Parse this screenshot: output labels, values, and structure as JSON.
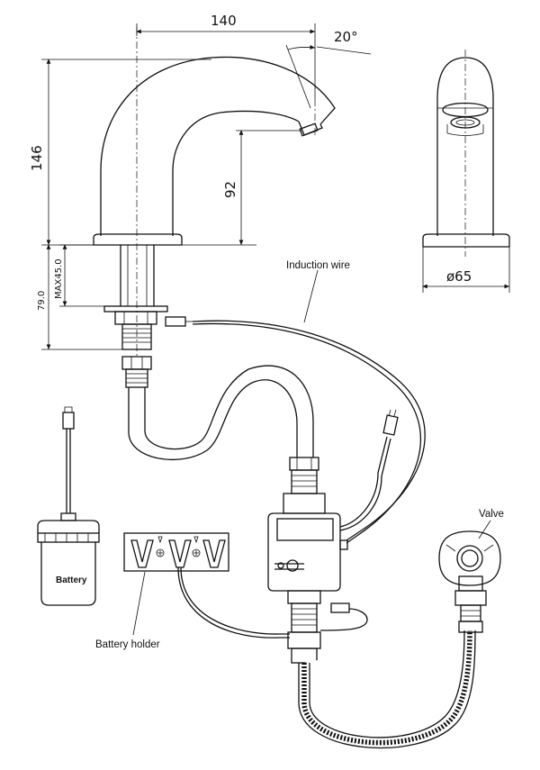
{
  "dimensions": {
    "width_top": "140",
    "angle": "20°",
    "total_height": "146",
    "spout_height": "92",
    "diameter": "ø65",
    "max_thickness": "MAX45.0",
    "shank_length": "79.0"
  },
  "labels": {
    "induction_wire": "Induction wire",
    "valve": "Valve",
    "battery": "Battery",
    "battery_holder": "Battery holder"
  }
}
